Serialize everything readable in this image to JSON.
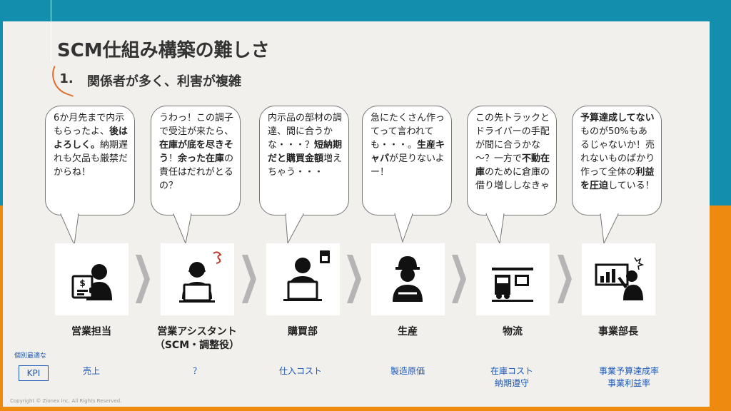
{
  "title": "SCM仕組み構築の難しさ",
  "subtitle": {
    "number": "1.",
    "text": "関係者が多く、利害が複雑"
  },
  "bubbles": [
    {
      "parts": [
        {
          "t": "6か月先まで内示もらったよ、"
        },
        {
          "t": "後はよろしく。",
          "b": true
        },
        {
          "t": "納期遅れも欠品も厳禁だからね！"
        }
      ]
    },
    {
      "parts": [
        {
          "t": "うわっ！この調子で受注が来たら、"
        },
        {
          "t": "在庫が底を尽きそう",
          "b": true
        },
        {
          "t": "！"
        },
        {
          "t": "余った在庫",
          "b": true
        },
        {
          "t": "の責任はだれがとるの？"
        }
      ]
    },
    {
      "parts": [
        {
          "t": "内示品の部材の調達、間に合うかな・・・？"
        },
        {
          "t": "短納期だと購買金額",
          "b": true
        },
        {
          "t": "増えちゃう・・・"
        }
      ]
    },
    {
      "parts": [
        {
          "t": "急にたくさん作ってって言われても・・・。"
        },
        {
          "t": "生産キャパ",
          "b": true
        },
        {
          "t": "が足りないよー！"
        }
      ]
    },
    {
      "parts": [
        {
          "t": "この先トラックとドライバーの手配が間に合うかな～？一方で"
        },
        {
          "t": "不動在庫",
          "b": true
        },
        {
          "t": "のために倉庫の借り増ししなきゃ"
        }
      ]
    },
    {
      "parts": [
        {
          "t": "予算達成してない",
          "b": true
        },
        {
          "t": "ものが50%もあるじゃないか！売れないものばかり作って全体の"
        },
        {
          "t": "利益を圧迫",
          "b": true
        },
        {
          "t": "している！"
        }
      ]
    }
  ],
  "icons": [
    "sales-person-icon",
    "assistant-laptop-icon",
    "purchasing-laptop-icon",
    "worker-helmet-icon",
    "truck-warehouse-icon",
    "presenter-chart-icon"
  ],
  "roles": [
    "営業担当",
    "営業アシスタント\n（SCM・調整役）",
    "購買部",
    "生産",
    "物流",
    "事業部長"
  ],
  "kpi_caption": "個別最適な",
  "kpi_label": "KPI",
  "kpis": [
    "売上",
    "？",
    "仕入コスト",
    "製造原価",
    "在庫コスト\n納期遵守",
    "事業予算達成率\n事業利益率"
  ],
  "copyright": "Copyright © Zionex Inc. All Rights Reserved.",
  "colors": {
    "top_band": "#138eac",
    "bottom_band": "#ee8a0f",
    "kpi_blue": "#1b58b8",
    "accent_orange": "#e06c2a"
  }
}
